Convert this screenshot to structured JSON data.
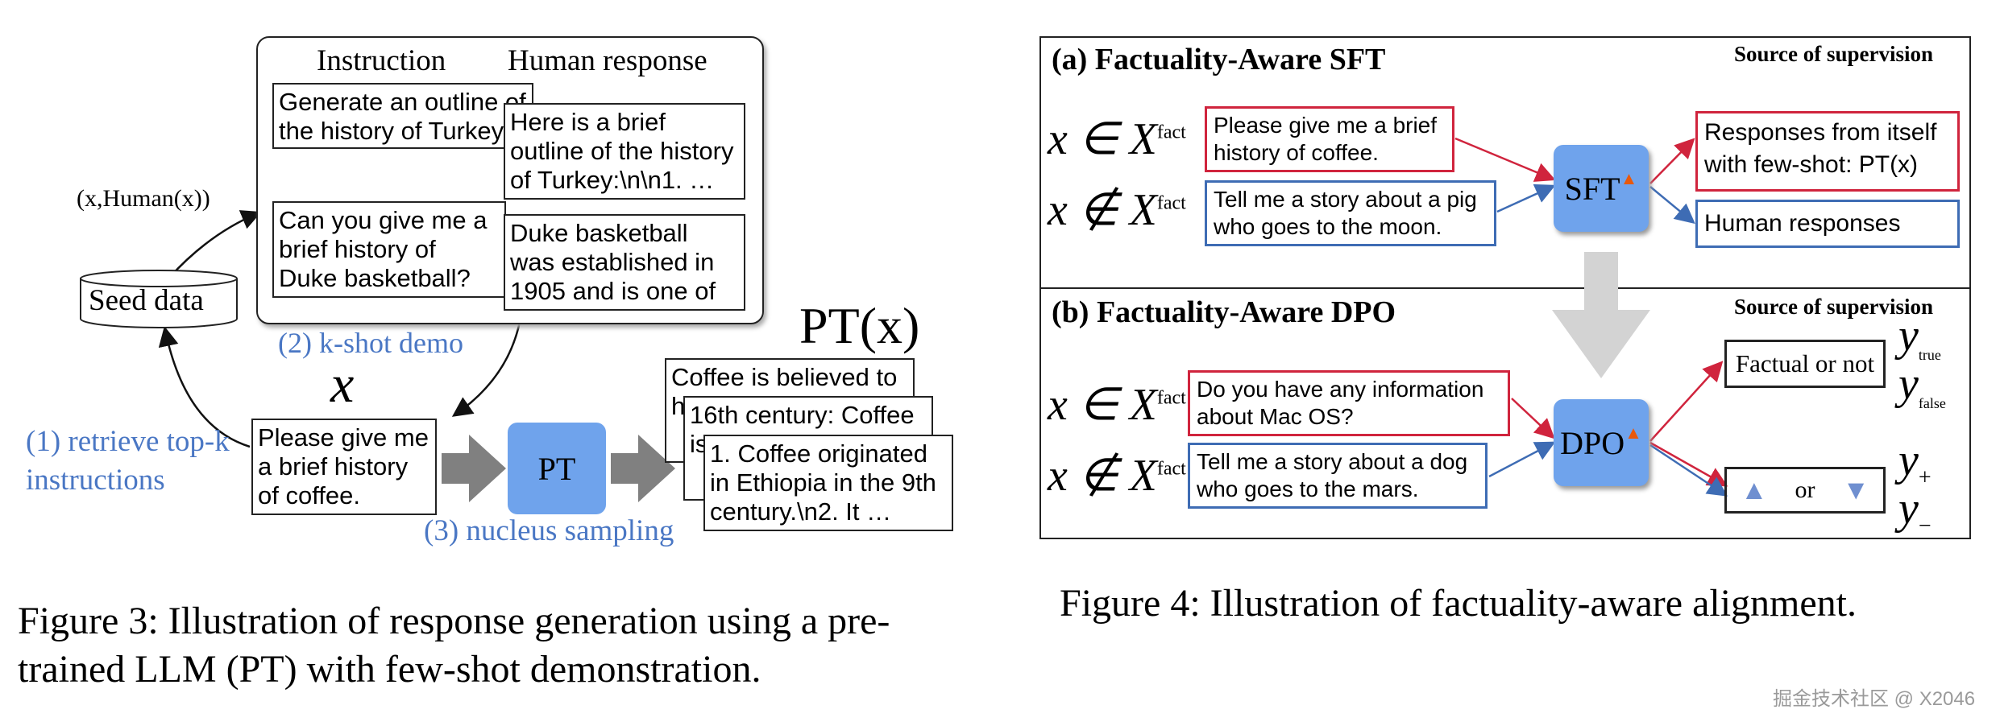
{
  "fig3": {
    "col_instruction": "Instruction",
    "col_human_response": "Human response",
    "demo1_instruction": "Generate an outline of the history of Turkey.",
    "demo1_response": "Here is a brief outline of the history of Turkey:\\n\\n1. …",
    "demo2_instruction": "Can you give me a brief history of Duke basketball?",
    "demo2_response": "Duke basketball was established in 1905 and is one of …",
    "pair_label": "(x,Human(x))",
    "seed_data": "Seed data",
    "kshot_label": "(2) k-shot demo",
    "x_label": "x",
    "query": "Please give me a brief history of coffee.",
    "retrieve_label": "(1) retrieve top-k instructions",
    "pt_label": "PT",
    "ptx_label": "PT(x)",
    "out1": "Coffee is believed to h",
    "out2": "16th century: Coffee is",
    "out3": "1. Coffee originated in Ethiopia in the 9th century.\\n2. It …",
    "nucleus_label": "(3) nucleus sampling",
    "caption": "Figure 3: Illustration of response generation using a pre-trained LLM (PT) with few-shot demonstration."
  },
  "fig4": {
    "a_title": "(a) Factuality-Aware SFT",
    "b_title": "(b) Factuality-Aware DPO",
    "source_a": "Source of supervision",
    "source_b": "Source of supervision",
    "sft_in_fact": "x ∈ X",
    "sft_not_fact": "x ∉ X",
    "fact_sup": "fact",
    "sft_q1": "Please give me a brief history of coffee.",
    "sft_q2": "Tell me a story about a pig who goes to the moon.",
    "sft_model": "SFT",
    "sft_out1": "Responses from itself with few-shot: PT(x)",
    "sft_out2": "Human responses",
    "dpo_in_fact": "x ∈ X",
    "dpo_not_fact": "x ∉ X",
    "dpo_q1": "Do you have any information about Mac OS?",
    "dpo_q2": "Tell me a story about a dog who goes to the mars.",
    "dpo_model": "DPO",
    "factual_or_not": "Factual or not",
    "y_true": "true",
    "y_false": "false",
    "or": "or",
    "y_plus": "+",
    "y_minus": "−",
    "caption": "Figure 4: Illustration of factuality-aware alignment."
  },
  "watermark": "掘金技术社区 @ X2046",
  "colors": {
    "red": "#d0243d",
    "blue": "#3e6cb4",
    "model": "#6fa3ec",
    "label_blue": "#4a77c4"
  }
}
